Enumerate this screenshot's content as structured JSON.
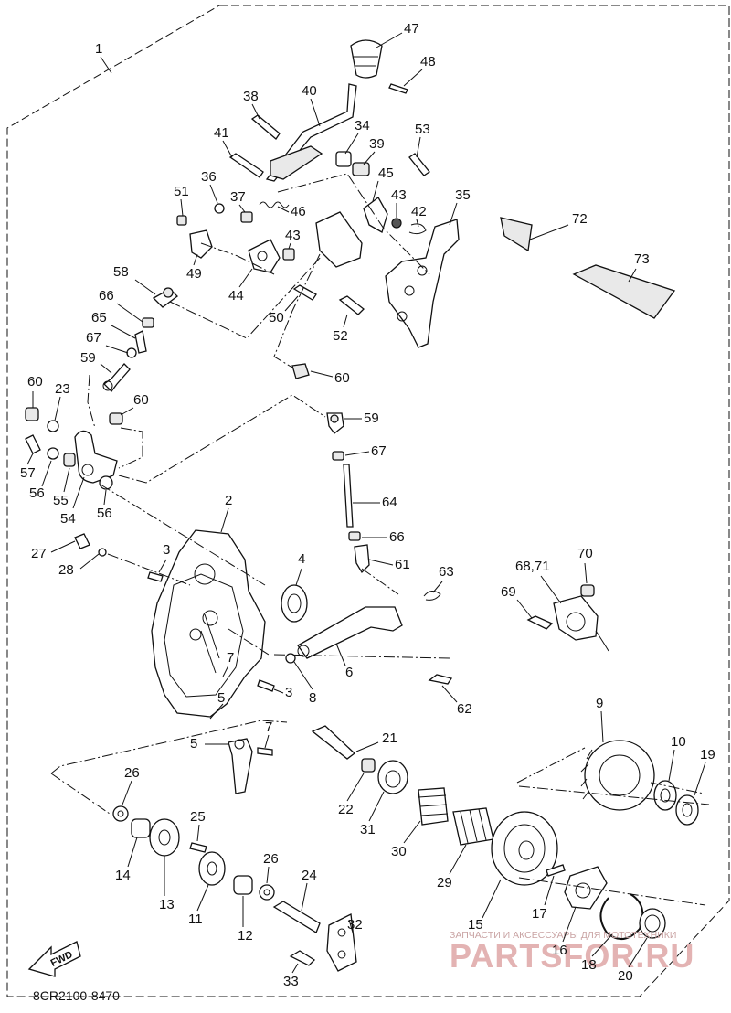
{
  "drawing_code": "8CR2100-8470",
  "fwd_label": "FWD",
  "watermark": {
    "caption": "ЗАПЧАСТИ И АКСЕССУАРЫ ДЛЯ МОТОТЕХНИКИ",
    "brand": "PARTSFOR.RU"
  },
  "part_labels": {
    "p1": "1",
    "p2": "2",
    "p3a": "3",
    "p3b": "3",
    "p4": "4",
    "p5a": "5",
    "p5b": "5",
    "p6": "6",
    "p7a": "7",
    "p7b": "7",
    "p8": "8",
    "p9": "9",
    "p10": "10",
    "p11": "11",
    "p12": "12",
    "p13": "13",
    "p14": "14",
    "p15": "15",
    "p16": "16",
    "p17": "17",
    "p18": "18",
    "p19": "19",
    "p20": "20",
    "p21": "21",
    "p22": "22",
    "p23": "23",
    "p24": "24",
    "p25": "25",
    "p26a": "26",
    "p26b": "26",
    "p27": "27",
    "p28": "28",
    "p29": "29",
    "p30": "30",
    "p31": "31",
    "p32": "32",
    "p33": "33",
    "p34": "34",
    "p35": "35",
    "p36": "36",
    "p37": "37",
    "p38": "38",
    "p39": "39",
    "p40": "40",
    "p41": "41",
    "p42": "42",
    "p43a": "43",
    "p43b": "43",
    "p44": "44",
    "p45": "45",
    "p46": "46",
    "p47": "47",
    "p48": "48",
    "p49": "49",
    "p50": "50",
    "p51": "51",
    "p52": "52",
    "p53": "53",
    "p54": "54",
    "p55": "55",
    "p56a": "56",
    "p56b": "56",
    "p57": "57",
    "p58": "58",
    "p59a": "59",
    "p59b": "59",
    "p60a": "60",
    "p60b": "60",
    "p60c": "60",
    "p61": "61",
    "p62": "62",
    "p63": "63",
    "p64": "64",
    "p65": "65",
    "p66a": "66",
    "p66b": "66",
    "p67a": "67",
    "p67b": "67",
    "p68": "68,71",
    "p69": "69",
    "p70": "70",
    "p72": "72",
    "p73": "73"
  }
}
